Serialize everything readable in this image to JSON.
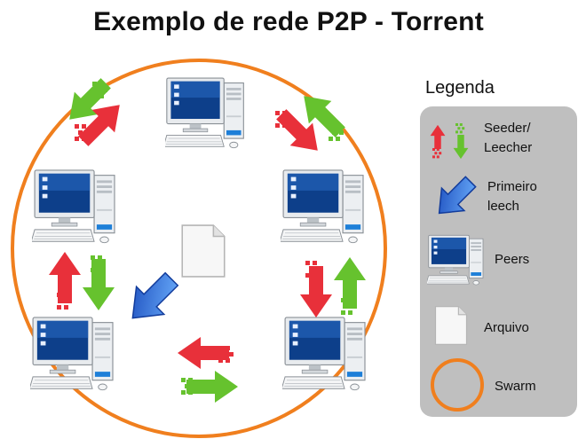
{
  "title": "Exemplo de rede P2P - Torrent",
  "legend": {
    "title": "Legenda",
    "items": [
      {
        "label_line1": "Seeder/",
        "label_line2": "Leecher",
        "icon": "seeder-leecher-arrows-icon"
      },
      {
        "label_line1": "Primeiro",
        "label_line2": "leech",
        "icon": "first-leech-arrow-icon"
      },
      {
        "label_line1": "Peers",
        "label_line2": "",
        "icon": "computer-icon"
      },
      {
        "label_line1": "Arquivo",
        "label_line2": "",
        "icon": "file-icon"
      },
      {
        "label_line1": "Swarm",
        "label_line2": "",
        "icon": "swarm-ring-icon"
      }
    ]
  },
  "colors": {
    "swarm": "#f07f1e",
    "upload_red": "#e8303a",
    "download_green": "#66c22e",
    "first_leech_blue": "#1e5fd0",
    "legend_bg": "#bfbfbf"
  }
}
